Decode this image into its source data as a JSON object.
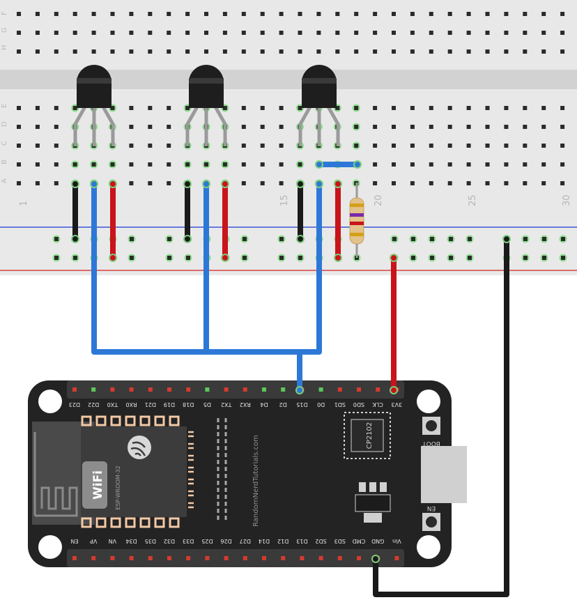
{
  "breadboard": {
    "row_letters_top": [
      "F",
      "G",
      "H"
    ],
    "row_letters_bottom": [
      "A",
      "B",
      "C",
      "D",
      "E"
    ],
    "column_numbers": [
      "1",
      "15",
      "20",
      "25",
      "30"
    ]
  },
  "board": {
    "top_pins": [
      "D23",
      "D22",
      "TX0",
      "RX0",
      "D21",
      "D19",
      "D18",
      "D5",
      "TX2",
      "RX2",
      "D4",
      "D2",
      "D15",
      "D0",
      "SD1",
      "SD0",
      "CLK",
      "3V3"
    ],
    "bottom_pins": [
      "EN",
      "VP",
      "VN",
      "D34",
      "D35",
      "D32",
      "D33",
      "D25",
      "D26",
      "D27",
      "D14",
      "D12",
      "D13",
      "SD2",
      "SD3",
      "CMD",
      "GND",
      "Vin"
    ],
    "module_label": "ESP-WROOM-32",
    "usb_chip": "CP2102",
    "silkscreen": "RandomNerdTutorials.com",
    "boot_label": "BOOT",
    "en_label": "EN",
    "wifi_label": "WiFi"
  },
  "colors": {
    "wire_blue": "#2d78d6",
    "wire_red": "#c8141a",
    "wire_black": "#1a1a1a",
    "highlight_green": "#7ed07e",
    "board_body": "#232323",
    "breadboard": "#e6e6e6"
  }
}
